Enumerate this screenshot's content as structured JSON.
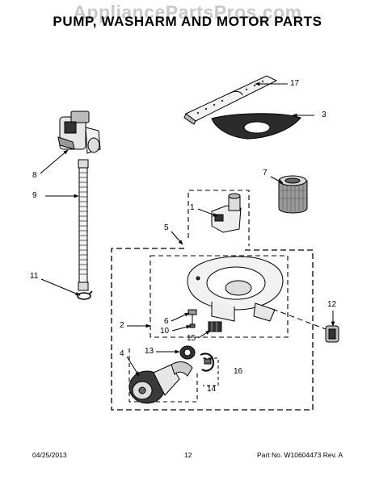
{
  "watermark": "AppliancePartsPros.com",
  "title": "PUMP, WASHARM AND MOTOR PARTS",
  "callouts": {
    "c17": "17",
    "c3": "3",
    "c8": "8",
    "c7": "7",
    "c9": "9",
    "c1": "1",
    "c5": "5",
    "c11": "11",
    "c12": "12",
    "c6": "6",
    "c2": "2",
    "c10": "10",
    "c15": "15",
    "c4": "4",
    "c13": "13",
    "c16": "16",
    "c14": "14"
  },
  "footer": {
    "date": "04/25/2013",
    "page": "12",
    "part_no": "Part No. W10604473  Rev. A"
  },
  "colors": {
    "line": "#000000",
    "watermark": "#c8c8c8",
    "part_fill": "#f2f2f2",
    "part_dark": "#333333"
  }
}
